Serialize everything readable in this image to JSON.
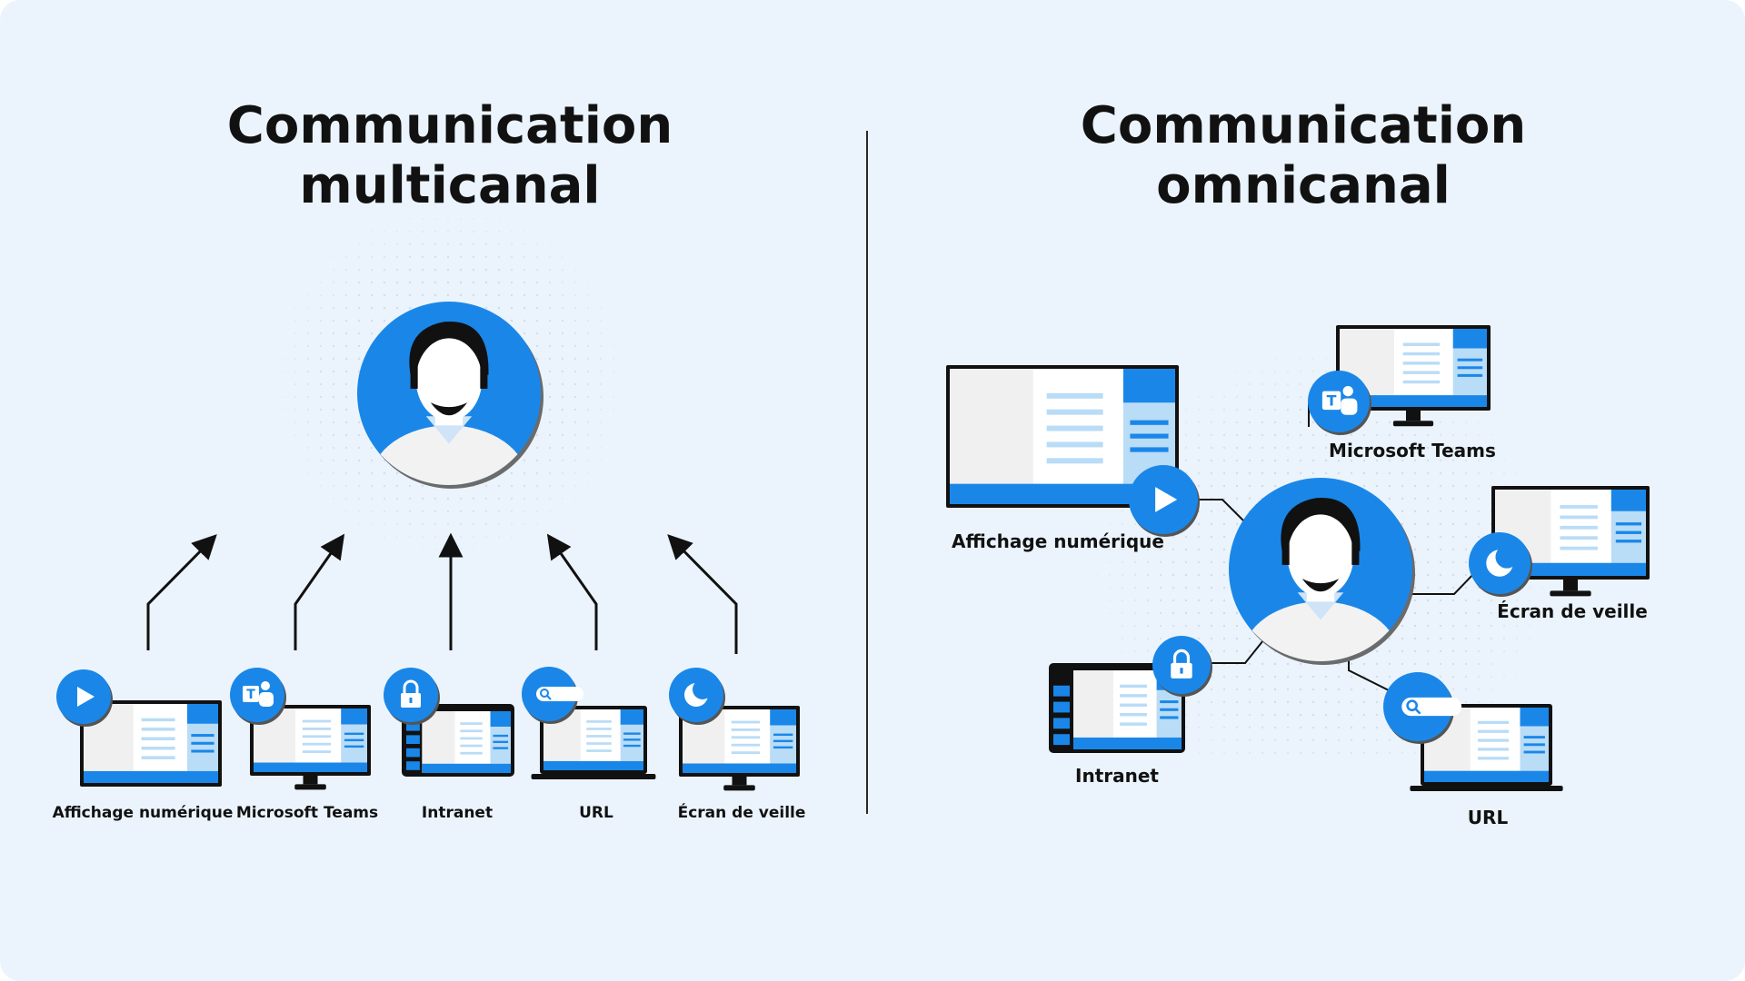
{
  "left": {
    "title_line1": "Communication",
    "title_line2": "multicanal",
    "channels": [
      {
        "label": "Affichage numérique",
        "icon": "play-icon",
        "device": "tv"
      },
      {
        "label": "Microsoft Teams",
        "icon": "teams-icon",
        "device": "desktop"
      },
      {
        "label": "Intranet",
        "icon": "lock-icon",
        "device": "tablet"
      },
      {
        "label": "URL",
        "icon": "search-icon",
        "device": "laptop"
      },
      {
        "label": "Écran de veille",
        "icon": "moon-icon",
        "device": "desktop"
      }
    ]
  },
  "right": {
    "title_line1": "Communication",
    "title_line2": "omnicanal",
    "channels": [
      {
        "label": "Affichage numérique",
        "icon": "play-icon",
        "device": "tv"
      },
      {
        "label": "Microsoft Teams",
        "icon": "teams-icon",
        "device": "desktop"
      },
      {
        "label": "Écran de veille",
        "icon": "moon-icon",
        "device": "desktop"
      },
      {
        "label": "Intranet",
        "icon": "lock-icon",
        "device": "tablet"
      },
      {
        "label": "URL",
        "icon": "search-icon",
        "device": "laptop"
      }
    ]
  },
  "colors": {
    "background": "#ebf4fd",
    "accent_blue": "#1a87e8",
    "light_blue": "#b9dcf7",
    "screen_gray": "#f0f0f0",
    "dark": "#111111"
  }
}
